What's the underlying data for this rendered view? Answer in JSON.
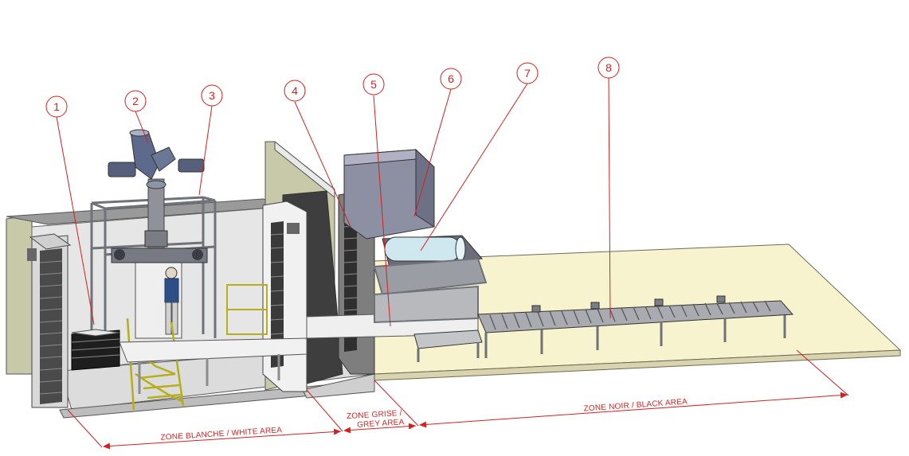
{
  "callouts": [
    "1",
    "2",
    "3",
    "4",
    "5",
    "6",
    "7",
    "8"
  ],
  "zones": {
    "white": "ZONE BLANCHE / WHITE AREA",
    "grey_line1": "ZONE GRISE /",
    "grey_line2": "GREY AREA",
    "black": "ZONE NOIR / BLACK AREA"
  },
  "colors": {
    "annotation": "#d42020",
    "wall": "#c7c9a8",
    "floor_black_zone": "#f8f3cf",
    "steel": "#8f9298",
    "duct": "#5d6a8c",
    "handrail": "#d8cf3a"
  }
}
